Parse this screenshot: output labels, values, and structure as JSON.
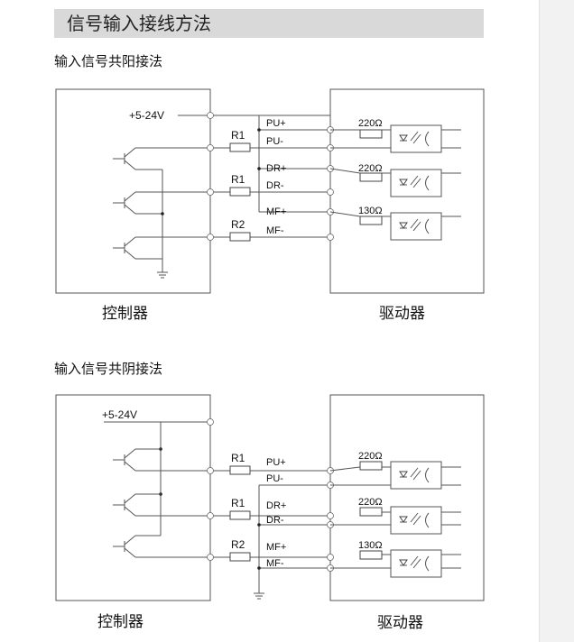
{
  "heading": "信号输入接线方法",
  "anode": {
    "title": "输入信号共阳接法",
    "supply": "+5-24V",
    "controller_label": "控制器",
    "driver_label": "驱动器",
    "resistors": [
      "R1",
      "R1",
      "R2"
    ],
    "driver_resistors": [
      "220Ω",
      "220Ω",
      "130Ω"
    ],
    "terminals": [
      "PU+",
      "PU-",
      "DR+",
      "DR-",
      "MF+",
      "MF-"
    ]
  },
  "cathode": {
    "title": "输入信号共阴接法",
    "supply": "+5-24V",
    "controller_label": "控制器",
    "driver_label": "驱动器",
    "resistors": [
      "R1",
      "R1",
      "R2"
    ],
    "driver_resistors": [
      "220Ω",
      "220Ω",
      "130Ω"
    ],
    "terminals": [
      "PU+",
      "PU-",
      "DR+",
      "DR-",
      "MF+",
      "MF-"
    ]
  }
}
